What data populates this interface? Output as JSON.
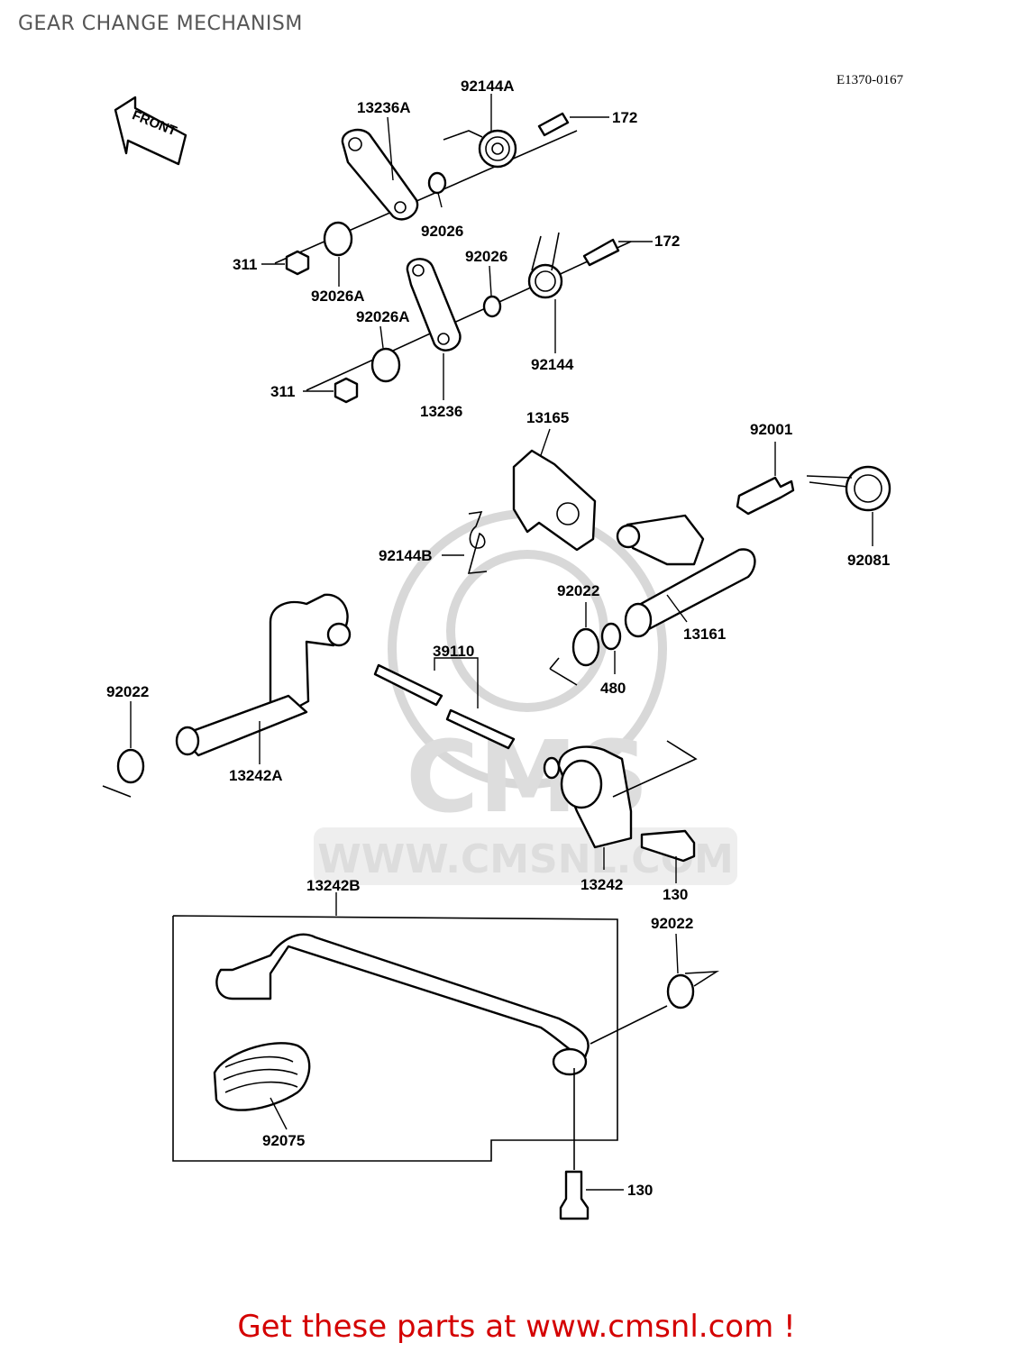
{
  "page": {
    "title": "GEAR CHANGE MECHANISM"
  },
  "diagram": {
    "code": "E1370-0167",
    "front_label": "FRONT",
    "watermark": {
      "brand": "CMS",
      "url": "WWW.CMSNL.COM"
    },
    "parts": [
      {
        "id": "p_13236A",
        "label": "13236A"
      },
      {
        "id": "p_92144A",
        "label": "92144A"
      },
      {
        "id": "p_172a",
        "label": "172"
      },
      {
        "id": "p_92026a",
        "label": "92026"
      },
      {
        "id": "p_172b",
        "label": "172"
      },
      {
        "id": "p_311a",
        "label": "311"
      },
      {
        "id": "p_92026b",
        "label": "92026"
      },
      {
        "id": "p_92026A1",
        "label": "92026A"
      },
      {
        "id": "p_92026A2",
        "label": "92026A"
      },
      {
        "id": "p_92144",
        "label": "92144"
      },
      {
        "id": "p_311b",
        "label": "311"
      },
      {
        "id": "p_13236",
        "label": "13236"
      },
      {
        "id": "p_13165",
        "label": "13165"
      },
      {
        "id": "p_92001",
        "label": "92001"
      },
      {
        "id": "p_92144B",
        "label": "92144B"
      },
      {
        "id": "p_92081",
        "label": "92081"
      },
      {
        "id": "p_92022a",
        "label": "92022"
      },
      {
        "id": "p_13161",
        "label": "13161"
      },
      {
        "id": "p_39110",
        "label": "39110"
      },
      {
        "id": "p_480",
        "label": "480"
      },
      {
        "id": "p_92022b",
        "label": "92022"
      },
      {
        "id": "p_13242A",
        "label": "13242A"
      },
      {
        "id": "p_13242",
        "label": "13242"
      },
      {
        "id": "p_130a",
        "label": "130"
      },
      {
        "id": "p_13242B",
        "label": "13242B"
      },
      {
        "id": "p_92022c",
        "label": "92022"
      },
      {
        "id": "p_92075",
        "label": "92075"
      },
      {
        "id": "p_130b",
        "label": "130"
      }
    ]
  },
  "footer": {
    "text": "Get these parts at www.cmsnl.com !"
  }
}
